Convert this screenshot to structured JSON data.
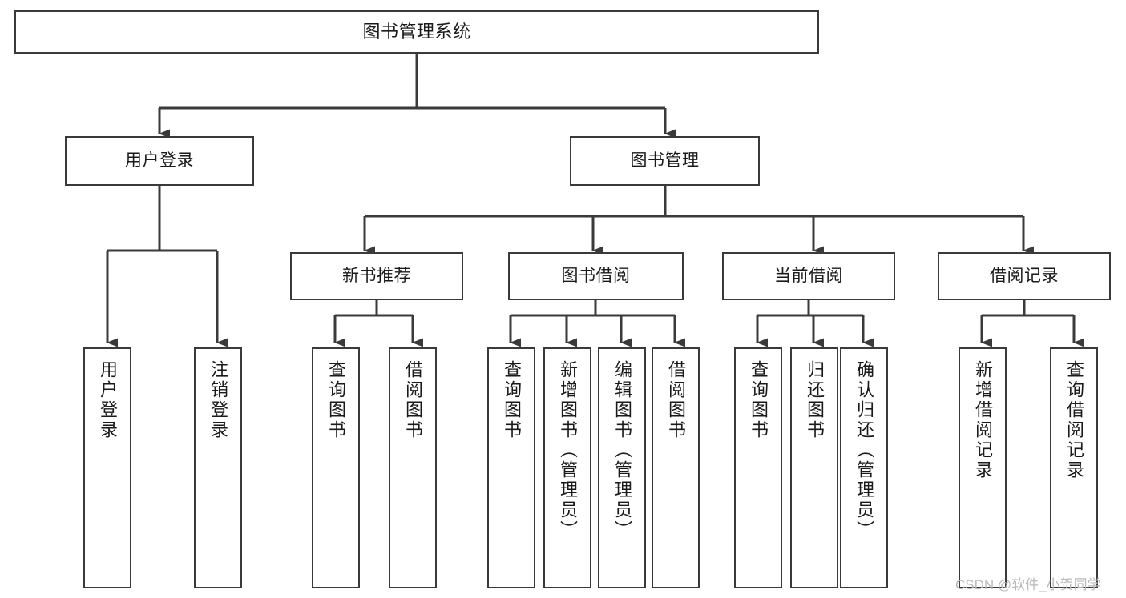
{
  "diagram": {
    "title": "图书管理系统",
    "type": "tree-hierarchy-chart",
    "watermark": "CSDN @软件_小贺同学",
    "colors": {
      "box_border": "#3a3a3a",
      "box_fill": "#ffffff",
      "edge": "#3a3a3a",
      "text": "#1a1a1a",
      "watermark": "#b9b9b9",
      "background": "#ffffff"
    },
    "nodes": {
      "root": {
        "label": "图书管理系统"
      },
      "level1": [
        {
          "id": "user-login",
          "label": "用户登录"
        },
        {
          "id": "book-management",
          "label": "图书管理"
        }
      ],
      "level2": [
        {
          "id": "new-book-recommend",
          "label": "新书推荐"
        },
        {
          "id": "book-borrow",
          "label": "图书借阅"
        },
        {
          "id": "current-borrow",
          "label": "当前借阅"
        },
        {
          "id": "borrow-record",
          "label": "借阅记录"
        }
      ],
      "leaves": {
        "user-login": [
          {
            "id": "leaf-user-login",
            "label": "用户登录"
          },
          {
            "id": "leaf-logout-login",
            "label": "注销登录"
          }
        ],
        "new-book-recommend": [
          {
            "id": "leaf-query-book-1",
            "label": "查询图书"
          },
          {
            "id": "leaf-borrow-book-1",
            "label": "借阅图书"
          }
        ],
        "book-borrow": [
          {
            "id": "leaf-query-book-2",
            "label": "查询图书"
          },
          {
            "id": "leaf-add-book",
            "label": "新增图书（管理员）"
          },
          {
            "id": "leaf-edit-book",
            "label": "编辑图书（管理员）"
          },
          {
            "id": "leaf-borrow-book-2",
            "label": "借阅图书"
          }
        ],
        "current-borrow": [
          {
            "id": "leaf-query-book-3",
            "label": "查询图书"
          },
          {
            "id": "leaf-return-book",
            "label": "归还图书"
          },
          {
            "id": "leaf-confirm-return",
            "label": "确认归还（管理员）"
          }
        ],
        "borrow-record": [
          {
            "id": "leaf-add-record",
            "label": "新增借阅记录"
          },
          {
            "id": "leaf-query-record",
            "label": "查询借阅记录"
          }
        ]
      }
    }
  }
}
